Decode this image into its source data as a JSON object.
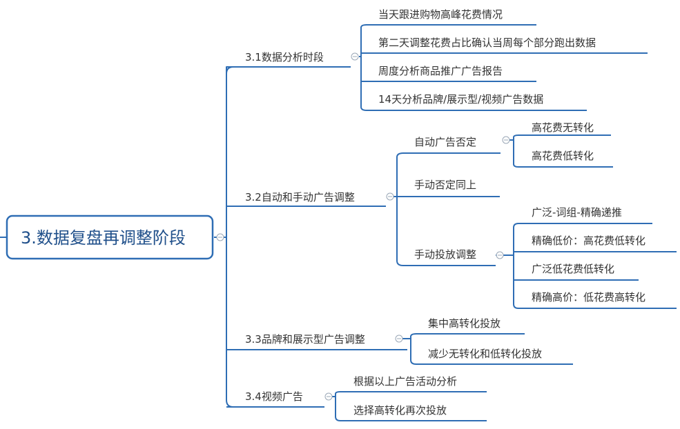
{
  "root": {
    "label": "3.数据复盘再调整阶段"
  },
  "branches": [
    {
      "label": "3.1数据分析时段",
      "children": [
        {
          "label": "当天跟进购物高峰花费情况"
        },
        {
          "label": "第二天调整花费占比确认当周每个部分跑出数据"
        },
        {
          "label": "周度分析商品推广广告报告"
        },
        {
          "label": "14天分析品牌/展示型/视频广告数据"
        }
      ]
    },
    {
      "label": "3.2自动和手动广告调整",
      "children": [
        {
          "label": "自动广告否定",
          "children": [
            {
              "label": "高花费无转化"
            },
            {
              "label": "高花费低转化"
            }
          ]
        },
        {
          "label": "手动否定同上"
        },
        {
          "label": "手动投放调整",
          "children": [
            {
              "label": "广泛-词组-精确递推"
            },
            {
              "label": "精确低价：高花费低转化"
            },
            {
              "label": "广泛低花费低转化"
            },
            {
              "label": "精确高价：低花费高转化"
            }
          ]
        }
      ]
    },
    {
      "label": "3.3品牌和展示型广告调整",
      "children": [
        {
          "label": "集中高转化投放"
        },
        {
          "label": "减少无转化和低转化投放"
        }
      ]
    },
    {
      "label": "3.4视频广告",
      "children": [
        {
          "label": "根据以上广告活动分析"
        },
        {
          "label": "选择高转化再次投放"
        }
      ]
    }
  ],
  "colors": {
    "line": "#2e6db4",
    "root_text": "#1f4f8a",
    "text": "#333333",
    "collapse": "#9aa7b6"
  }
}
